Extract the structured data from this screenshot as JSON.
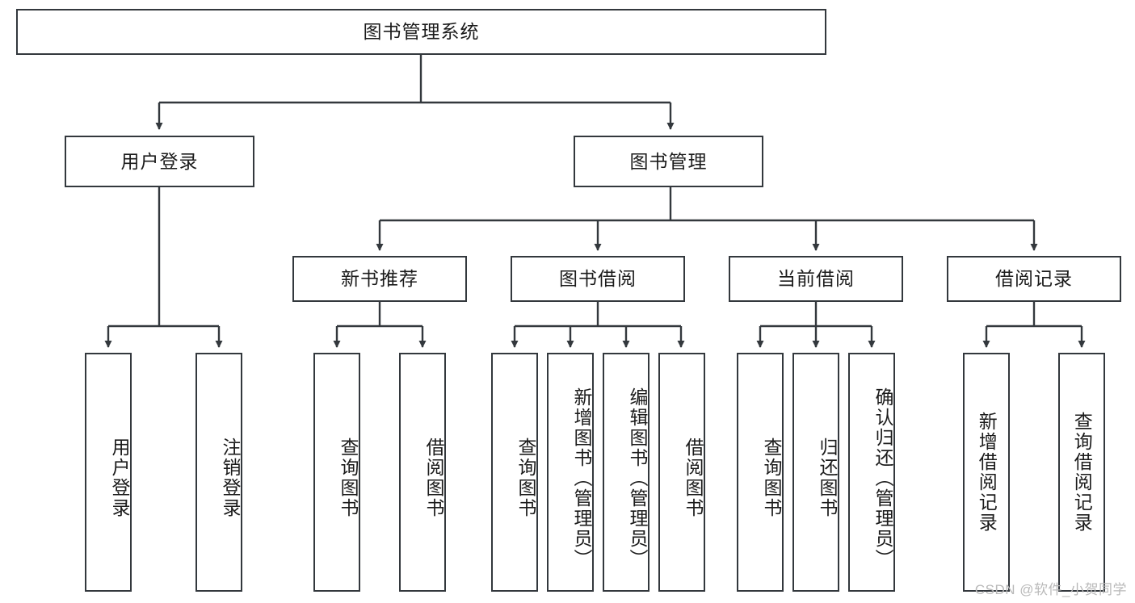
{
  "diagram": {
    "title": "图书管理系统",
    "type": "tree-hierarchy",
    "root": {
      "label": "图书管理系统"
    },
    "level2": [
      {
        "label": "用户登录"
      },
      {
        "label": "图书管理"
      }
    ],
    "level3": [
      {
        "label": "新书推荐"
      },
      {
        "label": "图书借阅"
      },
      {
        "label": "当前借阅"
      },
      {
        "label": "借阅记录"
      }
    ],
    "leaves": {
      "user_login": [
        {
          "label": "用户登录"
        },
        {
          "label": "注销登录"
        }
      ],
      "new_book_recommend": [
        {
          "label": "查询图书"
        },
        {
          "label": "借阅图书"
        }
      ],
      "book_borrow": [
        {
          "label": "查询图书"
        },
        {
          "label": "新增图书（管理员）"
        },
        {
          "label": "编辑图书（管理员）"
        },
        {
          "label": "借阅图书"
        }
      ],
      "current_borrow": [
        {
          "label": "查询图书"
        },
        {
          "label": "归还图书"
        },
        {
          "label": "确认归还（管理员）"
        }
      ],
      "borrow_record": [
        {
          "label": "新增借阅记录"
        },
        {
          "label": "查询借阅记录"
        }
      ]
    }
  },
  "watermark": {
    "text": "CSDN @软件_小贺同学"
  },
  "colors": {
    "stroke": "#33383d",
    "background": "#ffffff",
    "text": "#1b1b1b",
    "watermark": "#b9b9b9"
  }
}
